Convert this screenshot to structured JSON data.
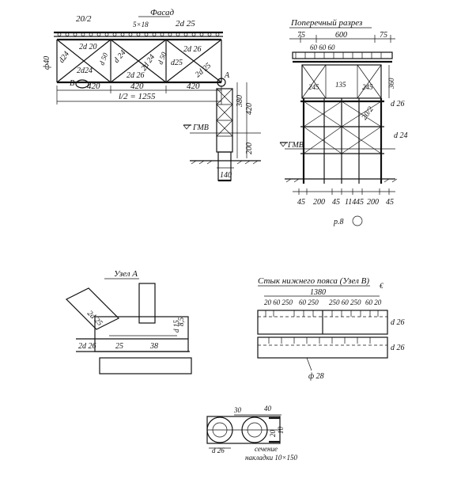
{
  "facade": {
    "title": "Фасад",
    "top_left": "20/2",
    "top_mid": "5×18",
    "top_right": "2d 25",
    "left_dia": "ф40",
    "panel_labels": [
      "2d 20",
      "d24",
      "2d24",
      "d 50",
      "d 50",
      "d 24",
      "2d 26",
      "2d 24",
      "d25",
      "2d 26",
      "2d 25"
    ],
    "point_b": "B",
    "point_a": "A",
    "spans": [
      "420",
      "420",
      "420"
    ],
    "total": "l/2 = 1255",
    "gmv": "ГМВ",
    "pier_dims": [
      "380",
      "420",
      "200",
      "140"
    ]
  },
  "section": {
    "title": "Поперечный разрез",
    "top_dims": [
      "75",
      "600",
      "75"
    ],
    "plank_dims": [
      "60 60 60"
    ],
    "mid_dims": [
      "245",
      "135",
      "245"
    ],
    "right_dims": [
      "360",
      "d 26",
      "20/2",
      "d 24"
    ],
    "gmv": "ГМВ",
    "bottom_dims": [
      "45",
      "200",
      "45",
      "114",
      "45",
      "200",
      "45"
    ],
    "page_ref": "р.8"
  },
  "node_a": {
    "title": "Узел А",
    "labels": [
      "2d 25",
      "2d 26",
      "25",
      "38",
      "d 15",
      "8,5"
    ]
  },
  "joint_b": {
    "title": "Стык нижнего пояса (Узел В)",
    "total": "1380",
    "dims_left": "20 60 250",
    "dims_mid": "60 250",
    "dims_right": "250 60 250",
    "dims_end": "60 20",
    "labels": [
      "d 26",
      "d 26",
      "ф 28"
    ]
  },
  "cross_section": {
    "top_dims": [
      "30",
      "40"
    ],
    "side_dims": [
      "20",
      "10"
    ],
    "label_d": "d 26",
    "caption_1": "сечение",
    "caption_2": "накладки 10×150"
  }
}
